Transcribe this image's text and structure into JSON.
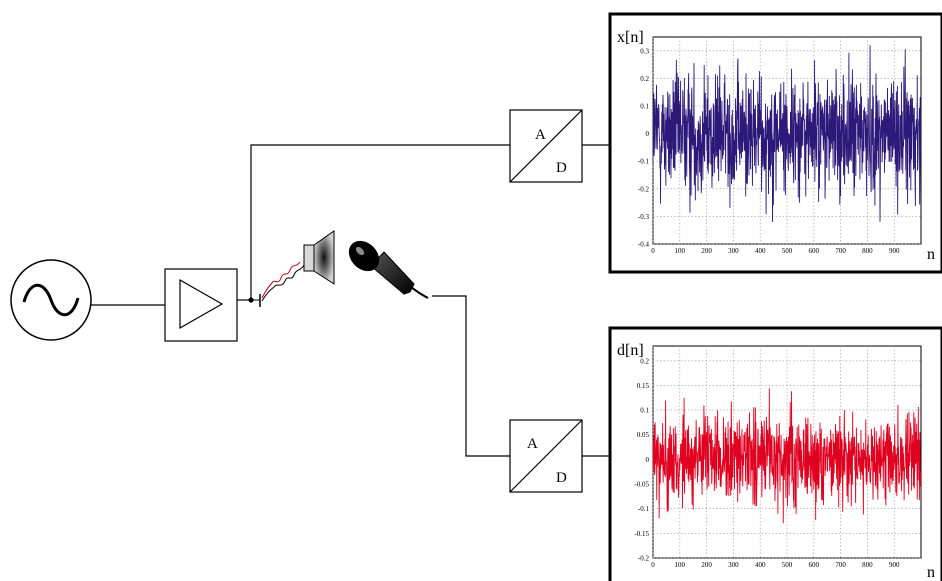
{
  "adc": {
    "top_label": "A",
    "bottom_label": "D"
  },
  "colors": {
    "wire": "#000000",
    "xn_signal": "#2b1a7a",
    "dn_signal": "#e0001f",
    "grid": "#9a9a9a",
    "speaker_wire_red": "#c0001a",
    "speaker_wire_black": "#000000"
  },
  "icons": {
    "source": "sine-wave-source-icon",
    "amplifier": "amplifier-triangle-icon",
    "speaker": "loudspeaker-icon",
    "microphone": "microphone-icon"
  },
  "chart_data": [
    {
      "type": "line",
      "title": "",
      "ylabel": "x[n]",
      "xlabel": "n",
      "xlim": [
        0,
        1000
      ],
      "ylim": [
        -0.4,
        0.35
      ],
      "xticks": [
        "0",
        "100",
        "200",
        "300",
        "400",
        "500",
        "600",
        "700",
        "800",
        "900"
      ],
      "yticks": [
        "-0.4",
        "-0.3",
        "-0.2",
        "-0.1",
        "0",
        "0.1",
        "0.2",
        "0.3"
      ],
      "grid": true,
      "series": [
        {
          "name": "",
          "color": "#2b1a7a",
          "noise_std": 0.11,
          "clip": [
            -0.32,
            0.32
          ],
          "samples": 1000
        }
      ]
    },
    {
      "type": "line",
      "title": "",
      "ylabel": "d[n]",
      "xlabel": "n",
      "xlim": [
        0,
        1000
      ],
      "ylim": [
        -0.2,
        0.23
      ],
      "xticks": [
        "0",
        "100",
        "200",
        "300",
        "400",
        "500",
        "600",
        "700",
        "800",
        "900"
      ],
      "yticks": [
        "-0.2",
        "-0.15",
        "-0.1",
        "-0.05",
        "0",
        "0.05",
        "0.1",
        "0.15",
        "0.2"
      ],
      "grid": true,
      "series": [
        {
          "name": "",
          "color": "#e0001f",
          "noise_std": 0.045,
          "clip": [
            -0.16,
            0.21
          ],
          "samples": 1000
        }
      ]
    }
  ]
}
